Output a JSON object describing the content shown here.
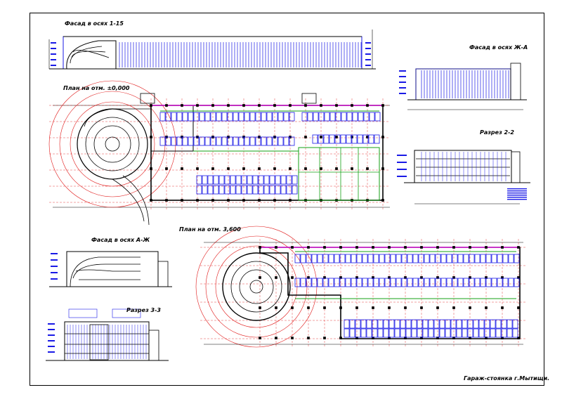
{
  "sheet": {
    "title": "Гараж-стоянка г.Мытищи.",
    "views": {
      "facade_1_15": "Фасад в осях 1-15",
      "facade_zh_a": "Фасад в осях Ж-А",
      "plan_0": "План на отм. ±0,000",
      "section_2_2": "Разрез 2-2",
      "plan_3600": "План на отм. 3,600",
      "facade_a_zh": "Фасад в осях А-Ж",
      "section_3_3": "Разрез 3-3"
    }
  },
  "colors": {
    "line": "#000000",
    "blue": "#1a1ae6",
    "magenta": "#e01ee0",
    "green": "#14a014",
    "red": "#e01818",
    "cyan": "#18b8c8"
  }
}
